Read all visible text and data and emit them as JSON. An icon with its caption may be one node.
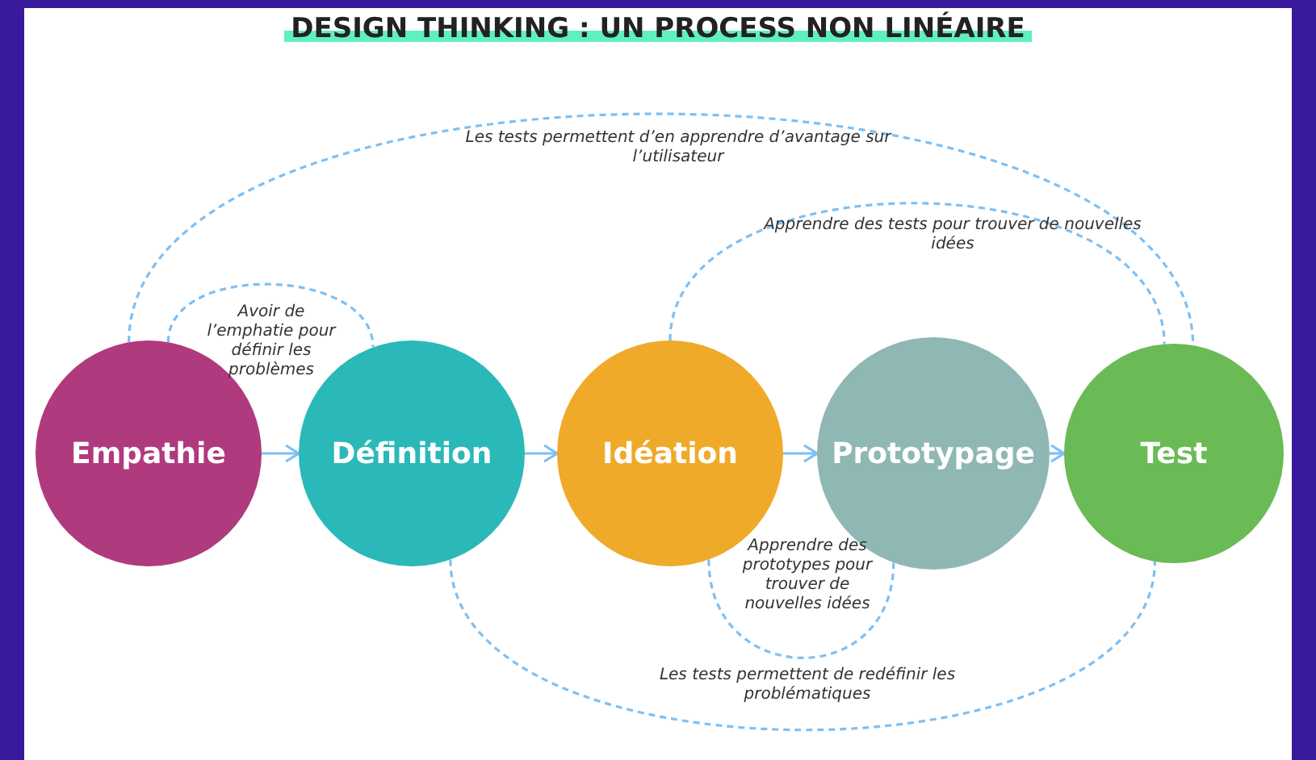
{
  "diagram": {
    "title": "DESIGN THINKING : UN PROCESS NON LINÉAIRE",
    "nodes": [
      {
        "text": [
          "Empathie"
        ]
      },
      {
        "text": [
          "Définition"
        ]
      },
      {
        "text": [
          "Idéation"
        ]
      },
      {
        "text": [
          "Prototypage"
        ]
      },
      {
        "text": [
          "Test"
        ]
      }
    ],
    "edges": [
      {
        "from": 0,
        "to": 1,
        "arrow": "to"
      },
      {
        "from": 1,
        "to": 2,
        "arrow": "to"
      },
      {
        "from": 2,
        "to": 3,
        "arrow": "to"
      },
      {
        "from": 3,
        "to": 4,
        "arrow": "to"
      },
      {
        "from": 0,
        "to": 1,
        "arrow": "none",
        "style": "dashed",
        "label": "Avoir de l’emphatie pour définir les problèmes"
      },
      {
        "from": 0,
        "to": 4,
        "arrow": "none",
        "style": "dashed",
        "label": "Les tests permettent d’en apprendre d’avantage sur l’utilisateur"
      },
      {
        "from": 2,
        "to": 4,
        "arrow": "none",
        "style": "dashed",
        "label": "Apprendre des tests pour trouver de nouvelles idées"
      },
      {
        "from": 2,
        "to": 3,
        "arrow": "none",
        "style": "dashed",
        "label": "Apprendre des prototypes pour trouver de nouvelles idées"
      },
      {
        "from": 1,
        "to": 4,
        "arrow": "none",
        "style": "dashed",
        "label": "Les tests permettent de redéfinir les problématiques"
      }
    ]
  }
}
